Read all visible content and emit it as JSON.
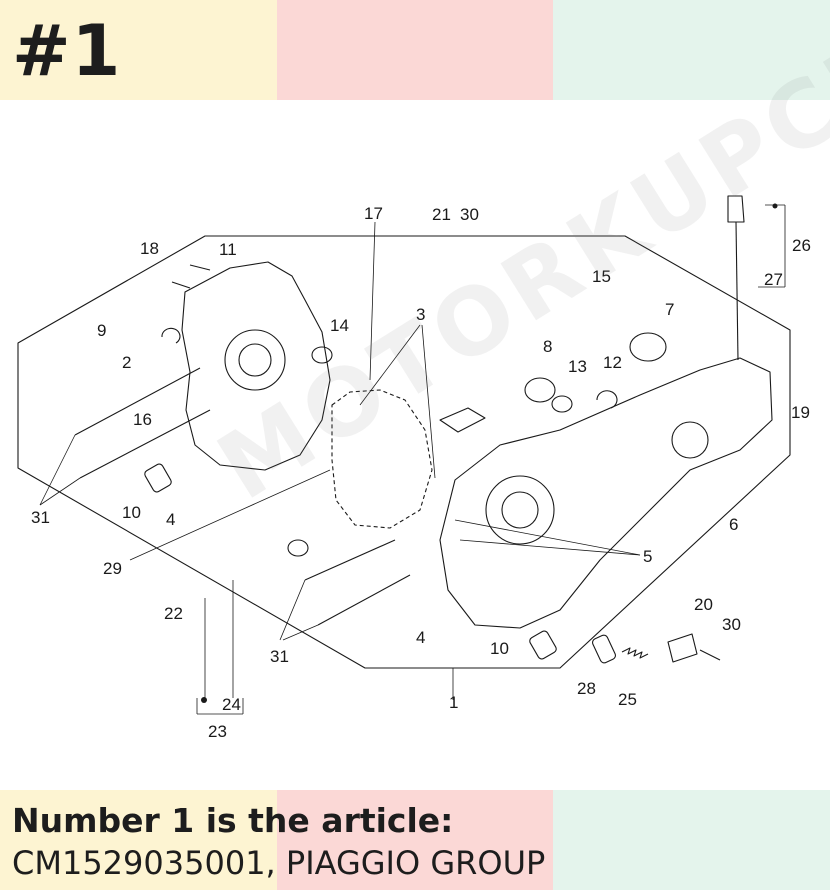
{
  "header": {
    "page_number": "#1"
  },
  "colors": {
    "band_yellow": "#fdf4d2",
    "band_pink": "#fbd8d6",
    "band_mint": "#e4f4ec",
    "ink": "#1a1a1a"
  },
  "diagram": {
    "callouts": [
      "1",
      "2",
      "3",
      "4",
      "4",
      "5",
      "6",
      "7",
      "8",
      "9",
      "10",
      "10",
      "11",
      "12",
      "13",
      "14",
      "15",
      "16",
      "17",
      "18",
      "19",
      "20",
      "21",
      "22",
      "23",
      "24",
      "25",
      "26",
      "27",
      "28",
      "29",
      "30",
      "30",
      "31",
      "31"
    ]
  },
  "watermark": {
    "text": "MOTORKUPCIN"
  },
  "footer": {
    "line1": "Number 1 is the article:",
    "line2": "CM1529035001, PIAGGIO GROUP"
  }
}
